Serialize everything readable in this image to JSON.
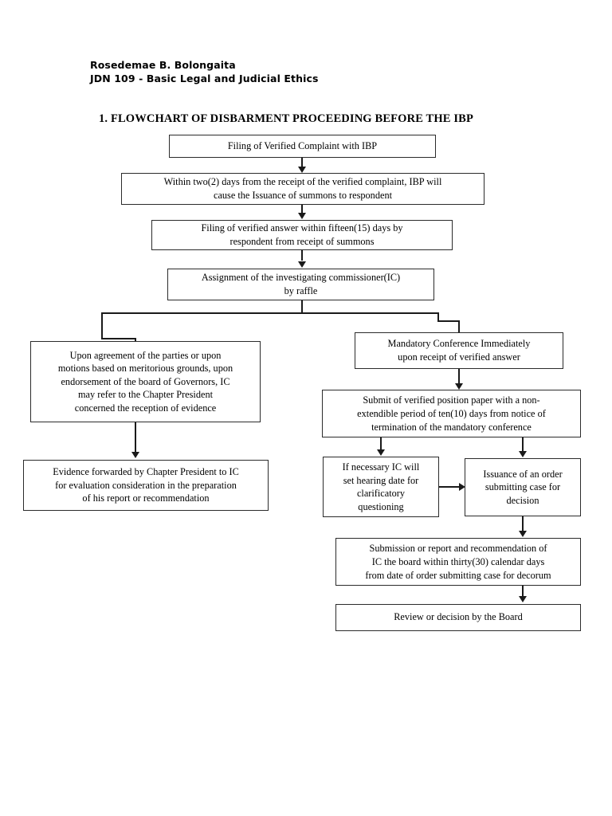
{
  "header": {
    "author": "Rosedemae B. Bolongaita",
    "course": "JDN 109 - Basic Legal and Judicial Ethics"
  },
  "title": "1. FLOWCHART OF DISBARMENT PROCEEDING BEFORE THE IBP",
  "chart_data": {
    "type": "diagram",
    "title": "1. FLOWCHART OF DISBARMENT PROCEEDING BEFORE THE IBP",
    "nodes": [
      {
        "id": "n1",
        "label": "Filing of Verified Complaint with IBP"
      },
      {
        "id": "n2",
        "label": "Within two(2) days from the receipt of the verified complaint, IBP will cause the Issuance of summons to respondent"
      },
      {
        "id": "n3",
        "label": "Filing of verified answer within fifteen(15) days by respondent from receipt of summons"
      },
      {
        "id": "n4",
        "label": "Assignment of the investigating commissioner(IC) by raffle"
      },
      {
        "id": "n5",
        "label": "Upon agreement of the parties or upon motions based on meritorious grounds, upon endorsement of the board of Governors, IC may refer to the Chapter President concerned the reception of evidence"
      },
      {
        "id": "n6",
        "label": "Evidence forwarded by Chapter President to IC for evaluation consideration in the preparation of his report or recommendation"
      },
      {
        "id": "n7",
        "label": "Mandatory Conference Immediately upon receipt of verified answer"
      },
      {
        "id": "n8",
        "label": "Submit of verified position paper with a non-extendible period of ten(10) days from notice of termination of the mandatory conference"
      },
      {
        "id": "n9",
        "label": "If necessary IC will set hearing date for clarificatory questioning"
      },
      {
        "id": "n10",
        "label": "Issuance of an order submitting case for decision"
      },
      {
        "id": "n11",
        "label": "Submission or report and recommendation of IC the board within thirty(30) calendar days from date of order submitting case for decorum"
      },
      {
        "id": "n12",
        "label": "Review or decision by the Board"
      }
    ],
    "edges": [
      {
        "from": "n1",
        "to": "n2",
        "type": "arrow-down"
      },
      {
        "from": "n2",
        "to": "n3",
        "type": "arrow-down"
      },
      {
        "from": "n3",
        "to": "n4",
        "type": "arrow-down"
      },
      {
        "from": "n4",
        "to": "n5",
        "type": "branch-left"
      },
      {
        "from": "n4",
        "to": "n7",
        "type": "branch-right"
      },
      {
        "from": "n5",
        "to": "n6",
        "type": "arrow-down"
      },
      {
        "from": "n7",
        "to": "n8",
        "type": "arrow-down"
      },
      {
        "from": "n8",
        "to": "n9",
        "type": "arrow-down"
      },
      {
        "from": "n8",
        "to": "n10",
        "type": "arrow-down"
      },
      {
        "from": "n9",
        "to": "n10",
        "type": "arrow-right"
      },
      {
        "from": "n10",
        "to": "n11",
        "type": "arrow-down"
      },
      {
        "from": "n11",
        "to": "n12",
        "type": "arrow-down"
      }
    ],
    "colors": {
      "box_border": "#2b2b2b",
      "connector": "#1a1a1a",
      "background": "#ffffff"
    }
  },
  "boxes": {
    "n1": {
      "lines": [
        "Filing of Verified Complaint with IBP"
      ]
    },
    "n2": {
      "lines": [
        "Within two(2) days from the receipt of the verified complaint, IBP will",
        "cause the Issuance of summons to respondent"
      ]
    },
    "n3": {
      "lines": [
        "Filing of verified answer within fifteen(15) days by",
        "respondent from receipt of summons"
      ]
    },
    "n4": {
      "lines": [
        "Assignment of the investigating commissioner(IC)",
        "by raffle"
      ]
    },
    "n5": {
      "lines": [
        "Upon agreement of the parties or upon",
        "motions based on meritorious grounds, upon",
        "endorsement of the board of Governors, IC",
        "may refer to the Chapter President",
        "concerned the reception of evidence"
      ]
    },
    "n6": {
      "lines": [
        "Evidence forwarded by Chapter President to IC",
        "for evaluation consideration in the preparation",
        "of his report or recommendation"
      ]
    },
    "n7": {
      "lines": [
        "Mandatory Conference Immediately",
        "upon receipt of verified answer"
      ]
    },
    "n8": {
      "lines": [
        "Submit of verified position paper with a non-",
        "extendible period of ten(10) days from notice of",
        "termination of the mandatory conference"
      ]
    },
    "n9": {
      "lines": [
        "If necessary IC will",
        "set hearing date for",
        "clarificatory",
        "questioning"
      ]
    },
    "n10": {
      "lines": [
        "Issuance of an order",
        "submitting case for",
        "decision"
      ]
    },
    "n11": {
      "lines": [
        "Submission or report and recommendation of",
        "IC the board within thirty(30) calendar days",
        "from date of order submitting case for decorum"
      ]
    },
    "n12": {
      "lines": [
        "Review or decision by the Board"
      ]
    }
  }
}
